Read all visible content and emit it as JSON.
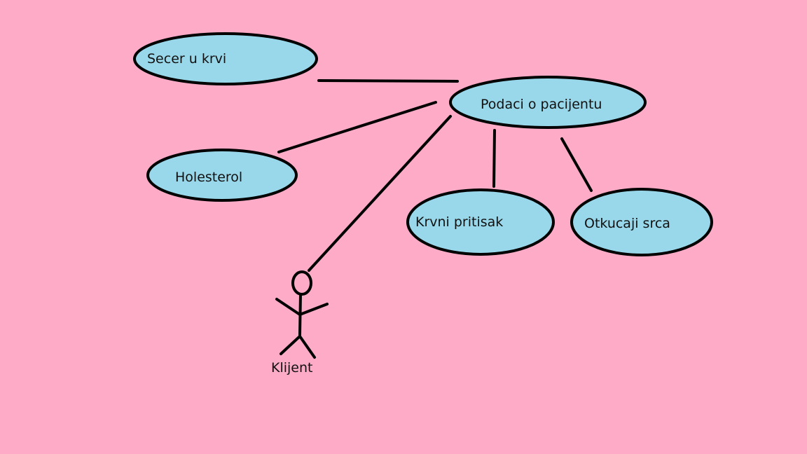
{
  "diagram": {
    "colors": {
      "background": "#FEABC8",
      "node_fill": "#99D8EA",
      "stroke": "#000000"
    },
    "nodes": [
      {
        "id": "podaci",
        "label": "Podaci o pacijentu"
      },
      {
        "id": "secer",
        "label": "Secer u krvi"
      },
      {
        "id": "holesterol",
        "label": "Holesterol"
      },
      {
        "id": "krvni",
        "label": "Krvni pritisak"
      },
      {
        "id": "otkucaji",
        "label": "Otkucaji srca"
      }
    ],
    "actor": {
      "label": "Klijent"
    },
    "edges": [
      {
        "from": "secer",
        "to": "podaci"
      },
      {
        "from": "holesterol",
        "to": "podaci"
      },
      {
        "from": "krvni",
        "to": "podaci"
      },
      {
        "from": "otkucaji",
        "to": "podaci"
      },
      {
        "from": "actor",
        "to": "podaci"
      }
    ]
  }
}
